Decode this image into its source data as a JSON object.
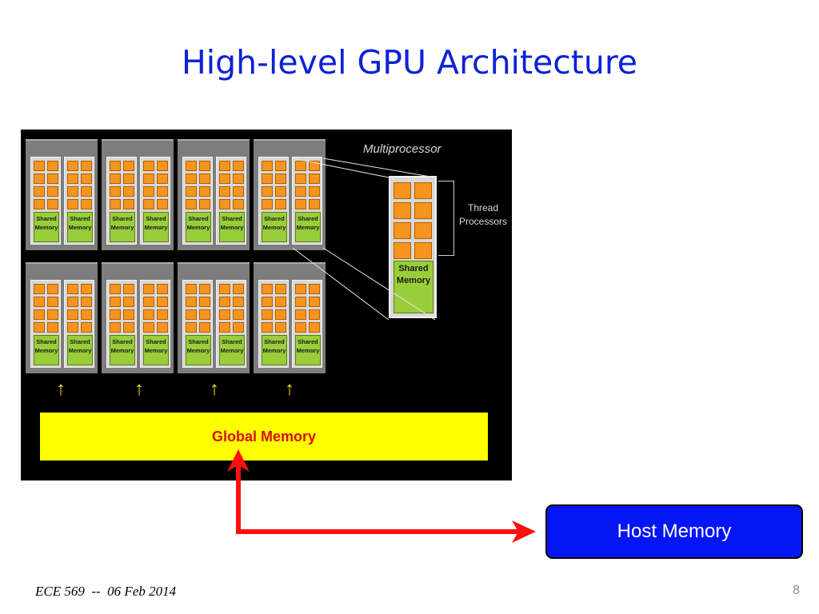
{
  "slide": {
    "title": "High-level GPU Architecture",
    "footer": "ECE 569  --  06 Feb 2014",
    "page_number": "8"
  },
  "diagram": {
    "multiprocessor_label": "Multiprocessor",
    "thread_processors_label": "Thread\nProcessors",
    "shared_memory_label": "Shared\nMemory",
    "global_memory_label": "Global Memory",
    "host_memory_label": "Host Memory",
    "multiprocessor_rows": 2,
    "multiprocessors_per_row": 4,
    "groups_per_multiprocessor": 2,
    "cores_per_group": 8,
    "colors": {
      "title": "#0b22d6",
      "panel_background": "#000000",
      "multiprocessor": "#7d7d7d",
      "thread_processor": "#f7941d",
      "shared_memory": "#9acd3a",
      "global_memory": "#ffff00",
      "global_memory_text": "#d90f0f",
      "up_arrow": "#f5e21a",
      "link_arrow": "#ff0000",
      "host_memory": "#0516f5"
    }
  }
}
